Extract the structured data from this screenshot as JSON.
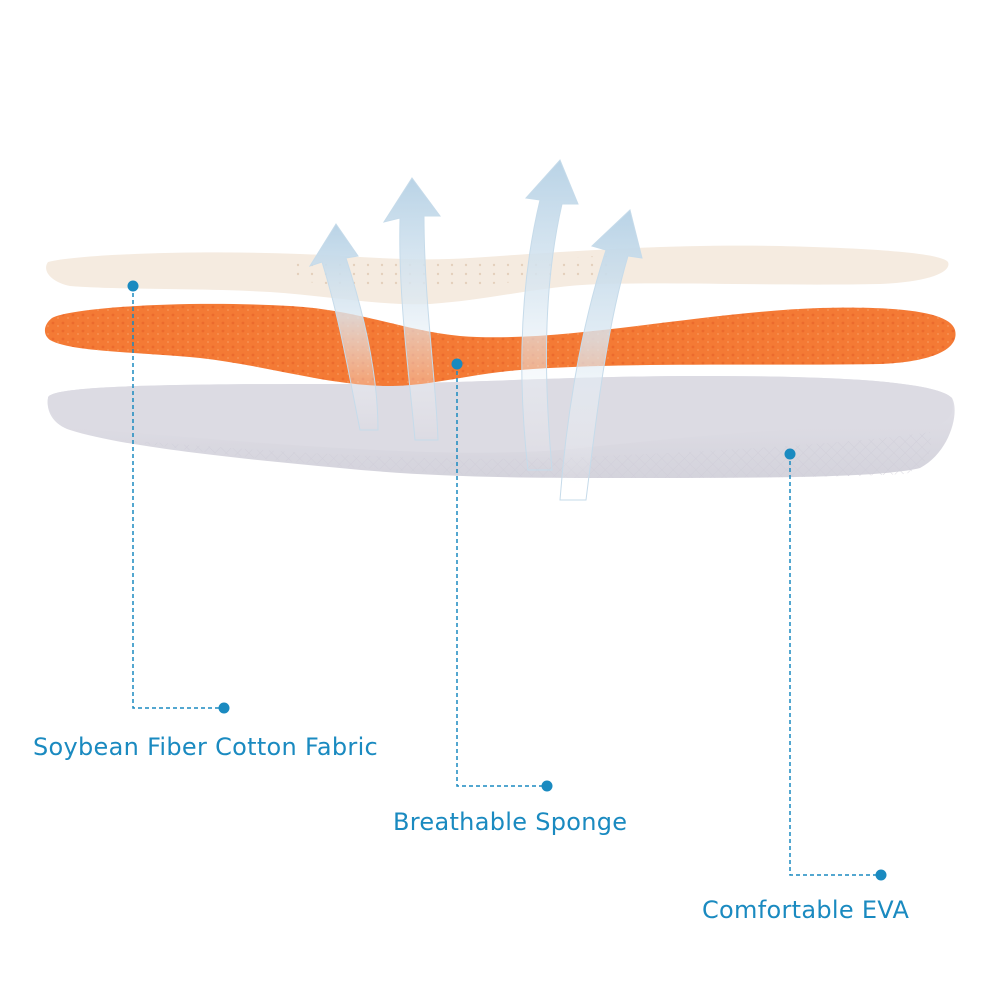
{
  "layers": [
    {
      "name": "Soybean Fiber Cotton Fabric",
      "color": "#f5ebe0"
    },
    {
      "name": "Breathable Sponge",
      "color": "#f47a35"
    },
    {
      "name": "Comfortable EVA",
      "color": "#d7d6e0"
    }
  ],
  "icons": {
    "airflow": "airflow-arrow-icon",
    "marker": "callout-dot-icon"
  },
  "colors": {
    "callout": "#1a8ac0",
    "airflow": "#c9dcea"
  }
}
